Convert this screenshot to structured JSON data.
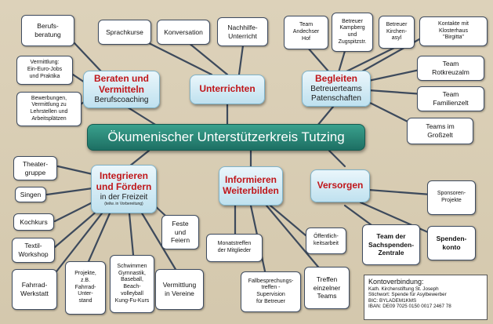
{
  "title": "Ökumenischer Unterstützerkreis Tutzing",
  "hubs": {
    "beraten": {
      "heading": "Beraten und Vermitteln",
      "sub": "Berufscoaching"
    },
    "unterrichten": {
      "heading": "Unterrichten"
    },
    "begleiten": {
      "heading": "Begleiten",
      "sub": "Betreuerteams\nPatenschaften"
    },
    "integrieren": {
      "heading": "Integrieren\nund Fördern",
      "sub": "in der Freizeit",
      "note": "(teilw. in Vorbereitung)"
    },
    "informieren": {
      "heading": "Informieren\nWeiterbilden"
    },
    "versorgen": {
      "heading": "Versorgen"
    }
  },
  "leaves": {
    "berufsberatung": "Berufs-\nberatung",
    "vermittlung_jobs": "Vermittlung:\nEin-Euro-Jobs\nund Praktika",
    "bewerbungen": "Bewerbungen,\nVermittlung zu\nLehrstellen und\nArbeitsplätzen",
    "sprachkurse": "Sprachkurse",
    "konversation": "Konversation",
    "nachhilfe": "Nachhilfe-\nUnterricht",
    "team_andechser": "Team\nAndechser\nHof",
    "betreuer_kampberg": "Betreuer\nKampberg\nund\nZugspitzstr.",
    "betreuer_kirchenasyl": "Betreuer\nKirchen-\nasyl",
    "kontakte_klosterhaus": "Kontakte mit\nKlosterhaus\n\"Birgitta\"",
    "team_rotkreuzalm": "Team\nRotkreuzalm",
    "team_familienzelt": "Team\nFamilienzelt",
    "teams_grosszelt": "Teams im\nGroßzelt",
    "theatergruppe": "Theater-\ngruppe",
    "singen": "Singen",
    "kochkurs": "Kochkurs",
    "textil_workshop": "Textil-\nWorkshop",
    "fahrrad_werkstatt": "Fahrrad-\nWerkstatt",
    "projekte_fahrradunterstand": "Projekte,\nz.B.\nFahrrad-\nUnter-\nstand",
    "schwimmen": "Schwimmen\nGymnastik,\nBaseball,\nBeach-\nvolleyball\nKung-Fu-Kurs",
    "vermittlung_vereine": "Vermittlung\nin Vereine",
    "feste_feiern": "Feste\nund\nFeiern",
    "monatstreffen": "Monatstreffen\nder Mitglieder",
    "fallbesprechung": "Fallbesprechungs-\ntreffen -\nSupervision\nfür Betreuer",
    "oeffentlichkeitsarbeit": "Öffentlich-\nkeitsarbeit",
    "treffen_teams": "Treffen\neinzelner\nTeams",
    "sponsoren": "Sponsoren-\nProjekte",
    "sachspendenzentrale": "Team der\nSachspenden-\nZentrale",
    "spendenkonto": "Spenden-\nkonto"
  },
  "konto": {
    "title": "Kontoverbindung:",
    "line1": "Kath. Kirchenstiftung St. Joseph",
    "line2": "Stichwort: Spende für Asylbewerber",
    "line3": "BIC: BYLADEM1KMS",
    "line4": "IBAN: DE09 7025 0150 0017 2467 78"
  },
  "colors": {
    "background": "#d8ccb2",
    "center": "#1d6f63",
    "hub_heading": "#c0161a",
    "line": "#3d4a5c"
  }
}
